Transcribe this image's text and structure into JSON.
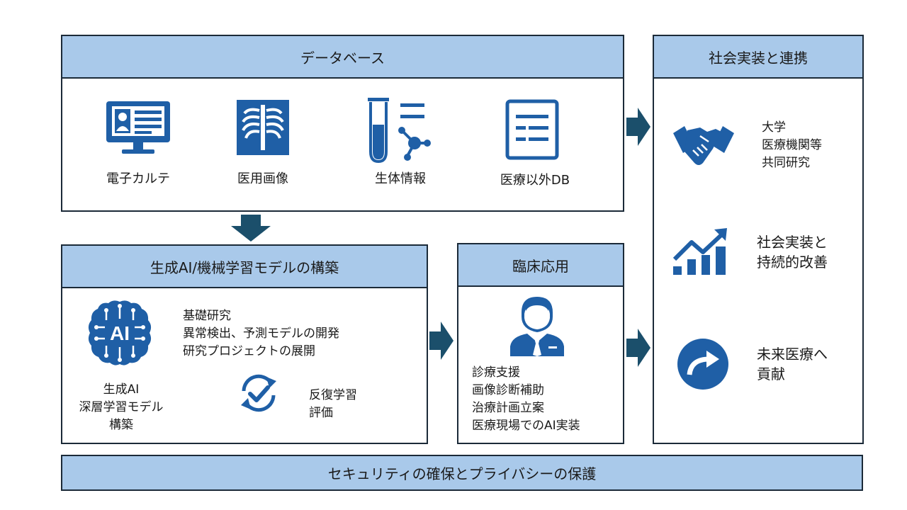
{
  "database": {
    "title": "データベース",
    "items": [
      {
        "label": "電子カルテ",
        "icon": "monitor-id-card-icon"
      },
      {
        "label": "医用画像",
        "icon": "xray-ribcage-icon"
      },
      {
        "label": "生体情報",
        "icon": "test-tube-molecule-icon"
      },
      {
        "label": "医療以外DB",
        "icon": "document-list-icon"
      }
    ]
  },
  "ai_model": {
    "title": "生成AI/機械学習モデルの構築",
    "icon_text": "AI",
    "research_lines": [
      "基礎研究",
      "異常検出、予測モデルの開発",
      "研究プロジェクトの展開"
    ],
    "model_lines": [
      "生成AI",
      "深層学習モデル",
      "構築"
    ],
    "loop_lines": [
      "反復学習",
      "評価"
    ]
  },
  "clinical": {
    "title": "臨床応用",
    "lines": [
      "診療支援",
      "画像診断補助",
      "治療計画立案",
      "医療現場でのAI実装"
    ]
  },
  "society": {
    "title": "社会実装と連携",
    "collab_lines": [
      "大学",
      "医療機関等",
      "共同研究"
    ],
    "impl_lines": [
      "社会実装と",
      "持続的改善"
    ],
    "future_lines": [
      "未来医療へ",
      "貢献"
    ]
  },
  "security": {
    "label": "セキュリティの確保とプライバシーの保護"
  },
  "colors": {
    "header_fill": "#a9c9ea",
    "border": "#1b2a38",
    "icon_blue": "#1f5fa6",
    "arrow": "#1b4f6b"
  }
}
